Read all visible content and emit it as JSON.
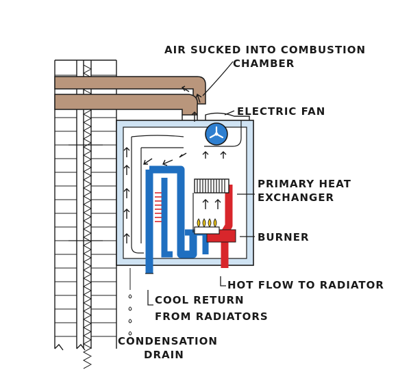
{
  "labels": {
    "air_line1": "AIR SUCKED INTO COMBUSTION",
    "air_line2": "CHAMBER",
    "fan": "ELECTRIC FAN",
    "hx_line1": "PRIMARY HEAT",
    "hx_line2": "EXCHANGER",
    "burner": "BURNER",
    "hot_flow": "HOT FLOW TO RADIATOR",
    "cool_line1": "COOL RETURN",
    "cool_line2": "FROM RADIATORS",
    "cond_line1": "CONDENSATION",
    "cond_line2": "DRAIN"
  },
  "colors": {
    "ink": "#1a1a1a",
    "flue_pipe": "#b9967c",
    "cool_water": "#1f6fc0",
    "hot_water": "#d8262b",
    "boiler_fill": "#cfe3f3",
    "fan_blue": "#2e7fd0",
    "flame_yellow": "#e8c21a"
  }
}
